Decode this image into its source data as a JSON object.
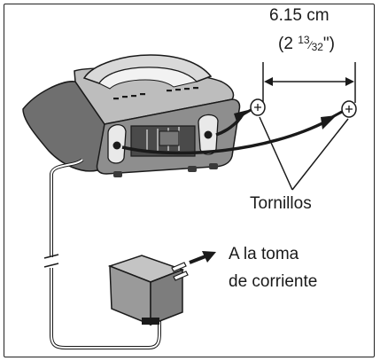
{
  "labels": {
    "dimension_cm": "6.15 cm",
    "dimension_inch_prefix": "(2 ",
    "dimension_inch_numerator": "13",
    "dimension_inch_slash": "⁄",
    "dimension_inch_denominator": "32",
    "dimension_inch_suffix": "\")",
    "screws": "Tornillos",
    "outlet_line1": "A la toma",
    "outlet_line2": "de corriente"
  },
  "colors": {
    "outline": "#1a1a1a",
    "base_body": "#8e8e8e",
    "base_shadow": "#5e5e5e",
    "base_top": "#c9c9c9",
    "adapter": "#9a9a9a",
    "arrow_fill": "#2a2a2a"
  }
}
